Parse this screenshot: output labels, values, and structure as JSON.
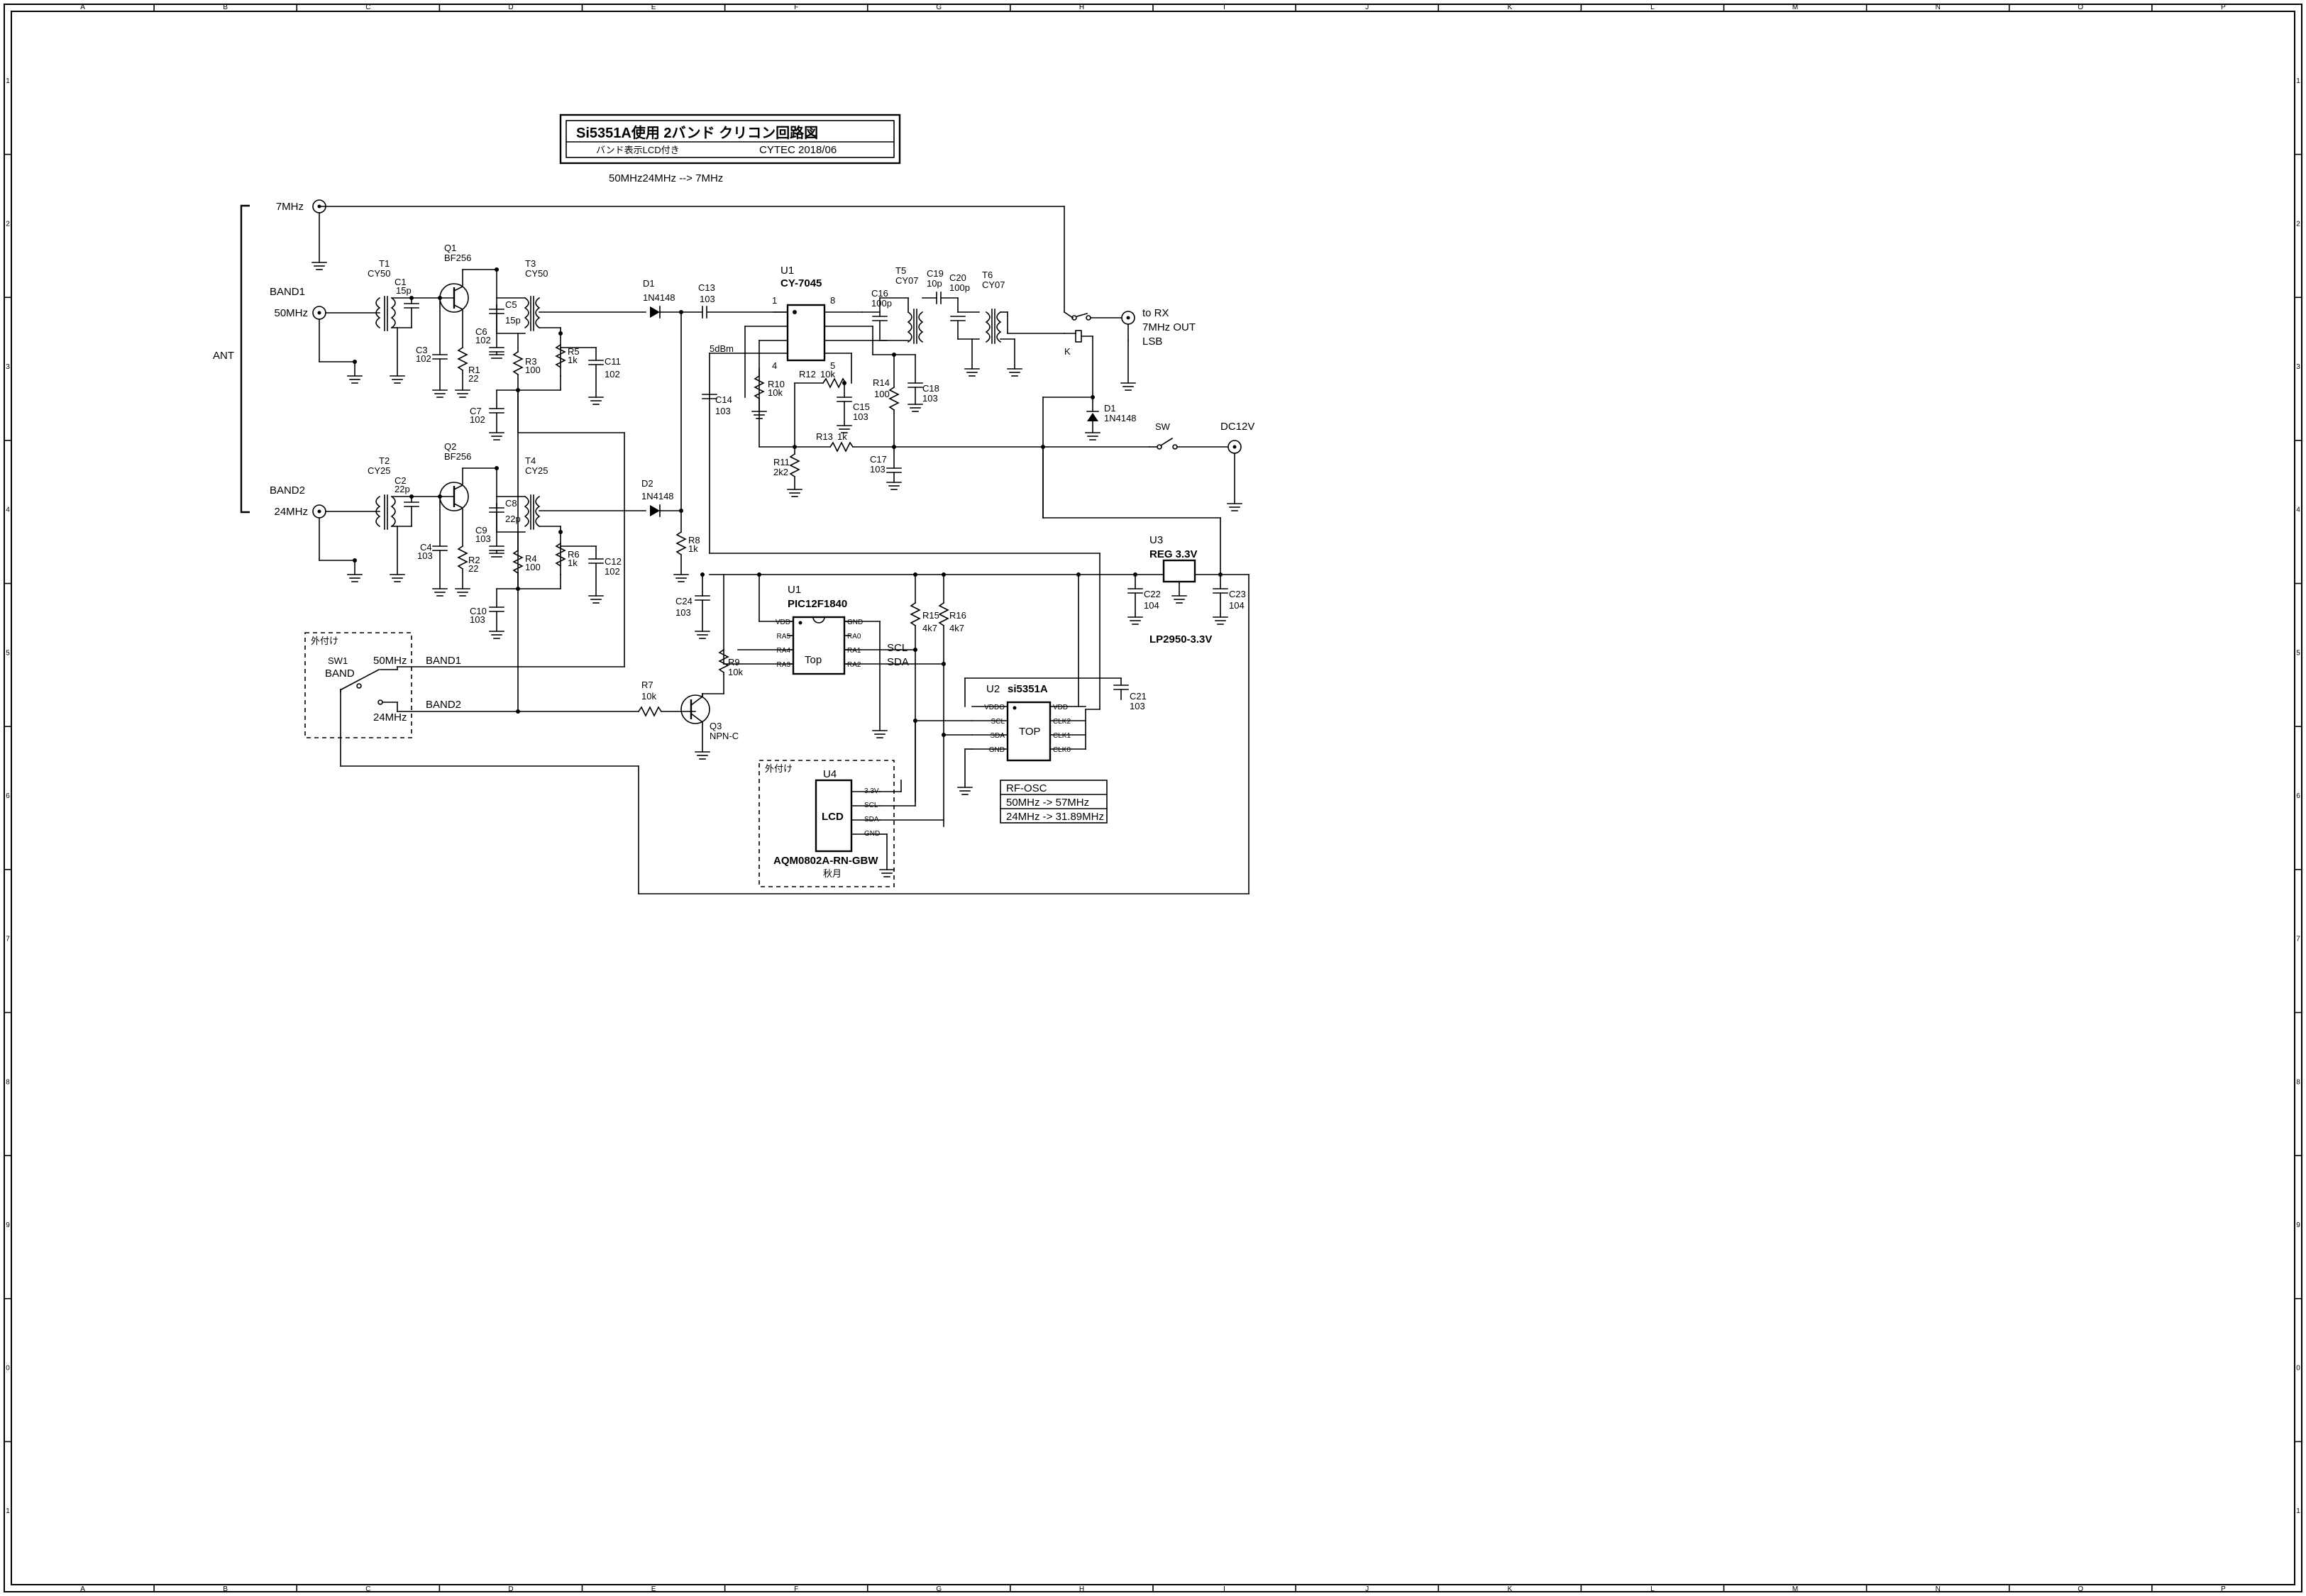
{
  "border": {
    "cols": [
      "A",
      "B",
      "C",
      "D",
      "E",
      "F",
      "G",
      "H",
      "I",
      "J",
      "K",
      "L",
      "M",
      "N",
      "O",
      "P"
    ],
    "rows": [
      "1",
      "2",
      "3",
      "4",
      "5",
      "6",
      "7",
      "8",
      "9",
      "0",
      "1"
    ]
  },
  "title": {
    "main": "Si5351A使用 2バンド クリコン回路図",
    "sub": "バンド表示LCD付き",
    "maker": "CYTEC 2018/06",
    "note": "50MHz24MHz --> 7MHz"
  },
  "antenna": {
    "label": "ANT",
    "band1": "BAND1",
    "band2": "BAND2",
    "f7": "7MHz",
    "f50": "50MHz",
    "f24": "24MHz"
  },
  "parts": {
    "t1": [
      "T1",
      "CY50"
    ],
    "t2": [
      "T2",
      "CY25"
    ],
    "t3": [
      "T3",
      "CY50"
    ],
    "t4": [
      "T4",
      "CY25"
    ],
    "t5": [
      "T5",
      "CY07"
    ],
    "t6": [
      "T6",
      "CY07"
    ],
    "q1": [
      "Q1",
      "BF256"
    ],
    "q2": [
      "Q2",
      "BF256"
    ],
    "q3": [
      "Q3",
      "NPN-C"
    ],
    "c1": [
      "C1",
      "15p"
    ],
    "c2": [
      "C2",
      "22p"
    ],
    "c3": [
      "C3",
      "102"
    ],
    "c4": [
      "C4",
      "103"
    ],
    "c5": [
      "C5",
      "15p"
    ],
    "c6": [
      "C6",
      "102"
    ],
    "c7": [
      "C7",
      "102"
    ],
    "c8": [
      "C8",
      "22p"
    ],
    "c9": [
      "C9",
      "103"
    ],
    "c10": [
      "C10",
      "103"
    ],
    "c11": [
      "C11",
      "102"
    ],
    "c12": [
      "C12",
      "102"
    ],
    "c13": [
      "C13",
      "103"
    ],
    "c14": [
      "C14",
      "103"
    ],
    "c15": [
      "C15",
      "103"
    ],
    "c16": [
      "C16",
      "100p"
    ],
    "c17": [
      "C17",
      "103"
    ],
    "c18": [
      "C18",
      "103"
    ],
    "c19": [
      "C19",
      "10p"
    ],
    "c20": [
      "C20",
      "100p"
    ],
    "c21": [
      "C21",
      "103"
    ],
    "c22": [
      "C22",
      "104"
    ],
    "c23": [
      "C23",
      "104"
    ],
    "c24": [
      "C24",
      "103"
    ],
    "r1": [
      "R1",
      "22"
    ],
    "r2": [
      "R2",
      "22"
    ],
    "r3": [
      "R3",
      "100"
    ],
    "r4": [
      "R4",
      "100"
    ],
    "r5": [
      "R5",
      "1k"
    ],
    "r6": [
      "R6",
      "1k"
    ],
    "r7": [
      "R7",
      "10k"
    ],
    "r8": [
      "R8",
      "1k"
    ],
    "r9": [
      "R9",
      "10k"
    ],
    "r10": [
      "R10",
      "10k"
    ],
    "r11": [
      "R11",
      "2k2"
    ],
    "r12": [
      "R12",
      "10k"
    ],
    "r13": [
      "R13",
      "1k"
    ],
    "r14": [
      "R14",
      "100"
    ],
    "r15": [
      "R15",
      "4k7"
    ],
    "r16": [
      "R16",
      "4k7"
    ],
    "d1": [
      "D1",
      "1N4148"
    ],
    "d2": [
      "D2",
      "1N4148"
    ],
    "d1b": [
      "D1",
      "1N4148"
    ]
  },
  "u1_mixer": {
    "ref": "U1",
    "name": "CY-7045",
    "pin1": "1",
    "pin8": "8",
    "pin4": "4",
    "pin5": "5",
    "level": "5dBm"
  },
  "u1_pic": {
    "ref": "U1",
    "name": "PIC12F1840",
    "top": "Top",
    "left_pins": [
      "VDD",
      "RA5",
      "RA4",
      "RA3"
    ],
    "right_pins": [
      "GND",
      "RA0",
      "RA1",
      "RA2"
    ]
  },
  "u2": {
    "ref": "U2",
    "name": "si5351A",
    "top": "TOP",
    "left_pins": [
      "VDDO",
      "SCL",
      "SDA",
      "GND"
    ],
    "right_pins": [
      "VDD",
      "CLK2",
      "CLK1",
      "CLK0"
    ]
  },
  "u3": {
    "ref": "U3",
    "name": "REG 3.3V",
    "part": "LP2950-3.3V"
  },
  "u4": {
    "ref": "U4",
    "name": "LCD",
    "part": "AQM0802A-RN-GBW",
    "vendor": "秋月",
    "ext": "外付け",
    "pins": [
      "3.3V",
      "SCL",
      "SDA",
      "GND"
    ]
  },
  "bus": {
    "scl": "SCL",
    "sda": "SDA"
  },
  "switch_box": {
    "ext": "外付け",
    "ref": "SW1",
    "name": "BAND",
    "f50": "50MHz",
    "f24": "24MHz",
    "band1": "BAND1",
    "band2": "BAND2"
  },
  "output": {
    "to": "to RX",
    "out": "7MHz OUT",
    "mode": "LSB",
    "relay": "K"
  },
  "power": {
    "sw": "SW",
    "dc": "DC12V"
  },
  "osc_table": {
    "header": "RF-OSC",
    "rows": [
      "50MHz -> 57MHz",
      "24MHz -> 31.89MHz"
    ]
  }
}
